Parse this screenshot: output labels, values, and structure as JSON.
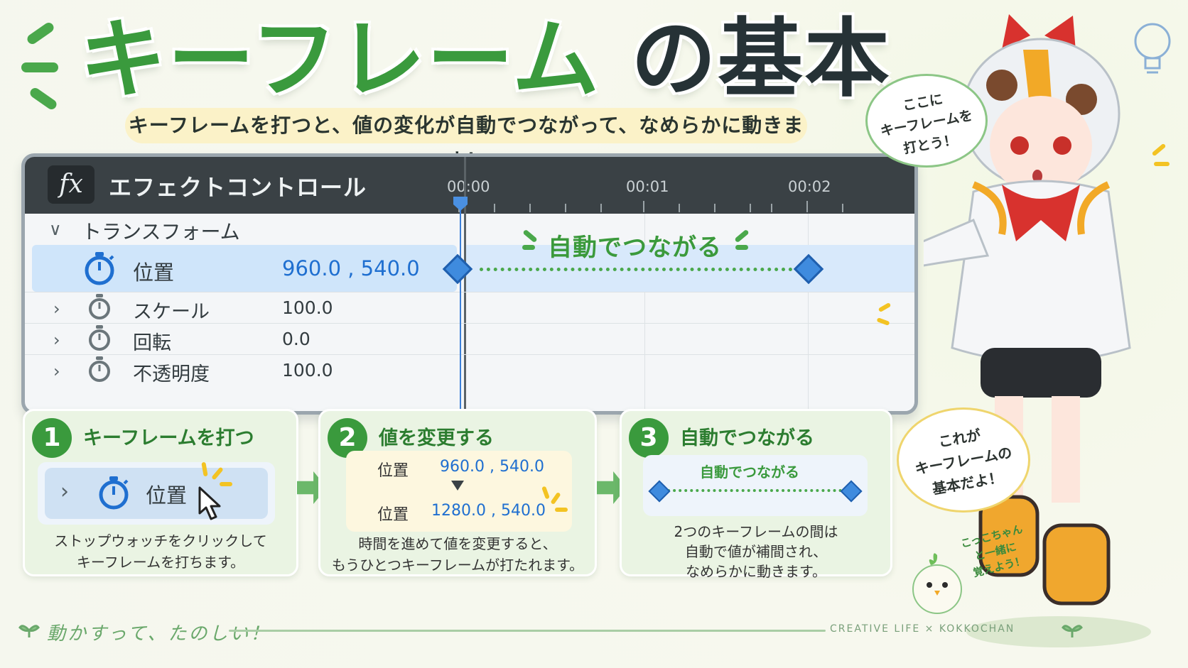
{
  "title": {
    "main": "キーフレーム",
    "suffix": "の基本"
  },
  "subtitle": "キーフレームを打つと、値の変化が自動でつながって、なめらかに動きます！",
  "panel": {
    "title": "エフェクトコントロール",
    "fx_icon": "fx",
    "timeline_labels": [
      "00:00",
      "00:01",
      "00:02"
    ],
    "group_label": "トランスフォーム",
    "rows": [
      {
        "label": "位置",
        "value": "960.0 , 540.0"
      },
      {
        "label": "スケール",
        "value": "100.0"
      },
      {
        "label": "回転",
        "value": "0.0"
      },
      {
        "label": "不透明度",
        "value": "100.0"
      }
    ],
    "connect_label": "自動でつながる",
    "accent": "#3f8bde"
  },
  "steps": [
    {
      "number": "1",
      "title": "キーフレームを打つ",
      "inner_label": "位置",
      "desc1": "ストップウォッチをクリックして",
      "desc2": "キーフレームを打ちます。"
    },
    {
      "number": "2",
      "title": "値を変更する",
      "before_label": "位置",
      "before_value": "960.0 , 540.0",
      "after_label": "位置",
      "after_value": "1280.0 , 540.0",
      "desc1": "時間を進めて値を変更すると、",
      "desc2": "もうひとつキーフレームが打たれます。"
    },
    {
      "number": "3",
      "title": "自動でつながる",
      "inner_label": "自動でつながる",
      "desc1": "2つのキーフレームの間は",
      "desc2": "自動で値が補間され、",
      "desc3": "なめらかに動きます。"
    }
  ],
  "bubbles": {
    "top": {
      "line1": "ここに",
      "line2": "キーフレームを",
      "line3": "打とう！"
    },
    "right": {
      "line1": "これが",
      "line2": "キーフレームの",
      "line3": "基本だよ！"
    },
    "chick": {
      "line1": "こっこちゃん",
      "line2": "と一緒に",
      "line3": "覚えよう！"
    }
  },
  "footer": {
    "text": "動かすって、たのしい！",
    "credit": "CREATIVE LIFE × KOKKOCHAN"
  },
  "colors": {
    "brand_green": "#3a9a3d",
    "keyframe_blue": "#3f8bde",
    "highlight": "#cfe5fa"
  }
}
